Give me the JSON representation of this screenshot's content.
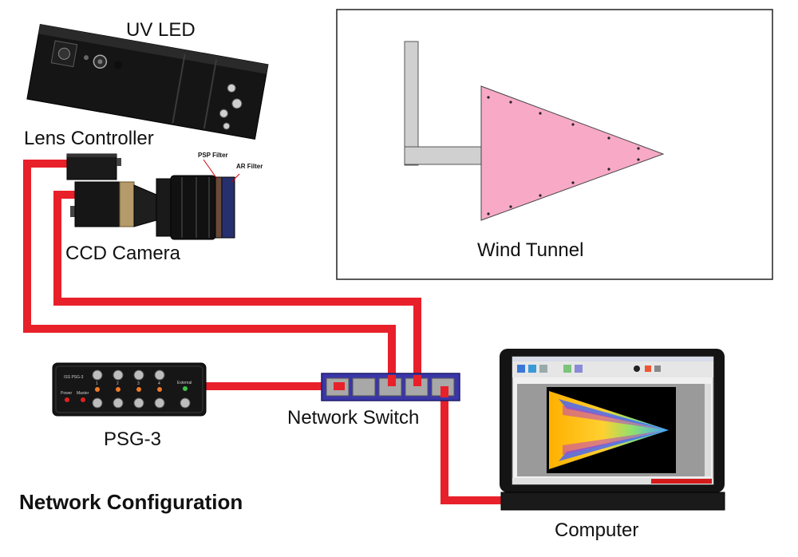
{
  "labels": {
    "uv_led": "UV LED",
    "lens_controller": "Lens Controller",
    "psp_filter": "PSP Filter",
    "ar_filter": "AR Filter",
    "ccd_camera": "CCD Camera",
    "wind_tunnel": "Wind Tunnel",
    "psg3": "PSG-3",
    "network_switch": "Network Switch",
    "computer": "Computer",
    "title": "Network Configuration"
  },
  "psg3_panel": {
    "brand": "ISS PSG-3",
    "power": "Power",
    "master": "Master",
    "external": "External",
    "channels": [
      "1",
      "2",
      "3",
      "4"
    ]
  },
  "colors": {
    "cable": "#e8202a",
    "switch_body": "#3a36a8",
    "wing_fill": "#f7a9c6",
    "sting_fill": "#d0d0d0",
    "device_black": "#151515"
  },
  "switch_ports": 5
}
